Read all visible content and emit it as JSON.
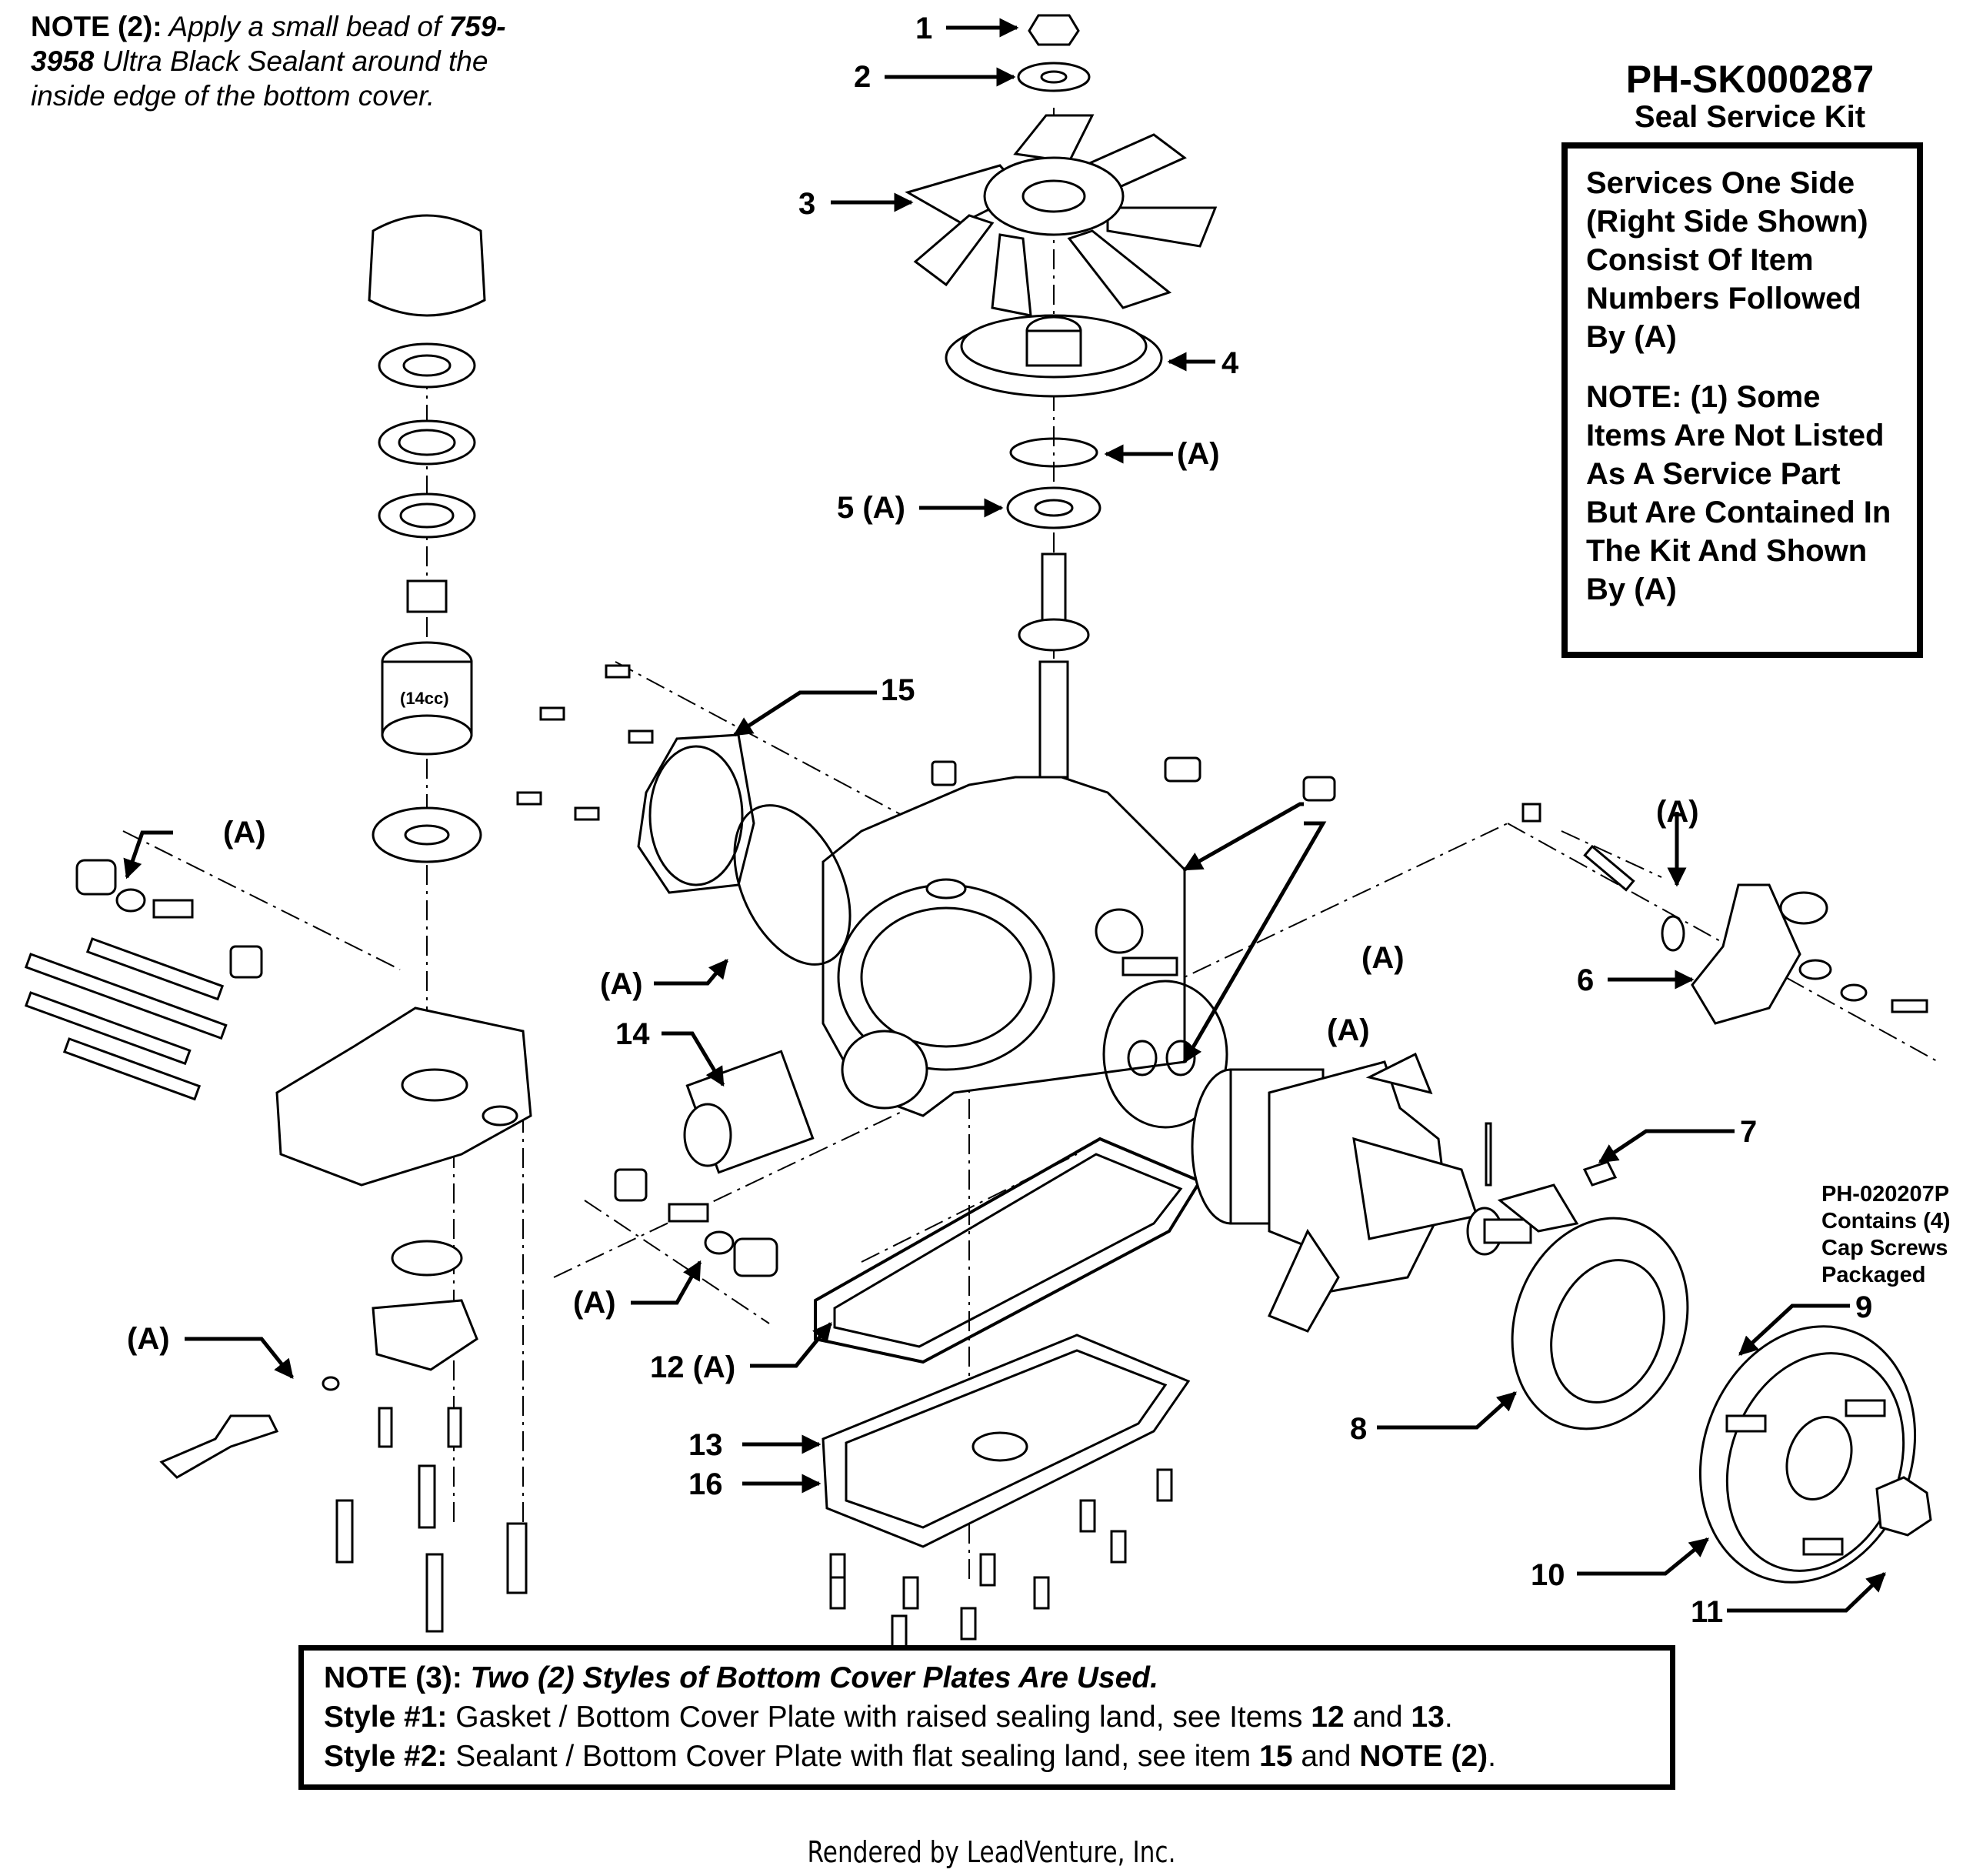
{
  "note2": {
    "label": "NOTE (2):",
    "text1": " Apply a small bead of ",
    "part": "759-3958",
    "text2": " Ultra Black Sealant around the inside edge of the bottom cover."
  },
  "kit": {
    "title": "PH-SK000287",
    "subtitle": "Seal Service Kit",
    "body1": "Services One Side (Right Side Shown) Consist Of Item Numbers Followed By (A)",
    "body2": "NOTE: (1) Some Items Are Not Listed As A Service Part But Are Contained In The Kit And Shown By (A)"
  },
  "packaged": {
    "line1": "PH-020207P",
    "line2": "Contains (4)",
    "line3": "Cap Screws",
    "line4": "Packaged"
  },
  "note3": {
    "label": "NOTE (3):",
    "title": " Two (2) Styles of Bottom Cover Plates Are Used.",
    "s1_label": "Style #1:",
    "s1_text": " Gasket / Bottom Cover Plate with raised sealing land, see Items ",
    "s1_n1": "12",
    "s1_and": " and ",
    "s1_n2": "13",
    "s1_end": ".",
    "s2_label": "Style #2:",
    "s2_text": " Sealant / Bottom Cover Plate with flat sealing land, see item ",
    "s2_n1": "15",
    "s2_and": " and ",
    "s2_n2": "NOTE (2)",
    "s2_end": "."
  },
  "cylinder_label": "(14cc)",
  "footer": "Rendered by LeadVenture, Inc.",
  "callouts": {
    "c1": "1",
    "c2": "2",
    "c3": "3",
    "c4": "4",
    "c5": "5 (A)",
    "c6": "6",
    "c7": "7",
    "c8": "8",
    "c9": "9",
    "c10": "10",
    "c11": "11",
    "c12": "12 (A)",
    "c13": "13",
    "c14": "14",
    "c15": "15",
    "c16": "16",
    "a": "(A)"
  }
}
